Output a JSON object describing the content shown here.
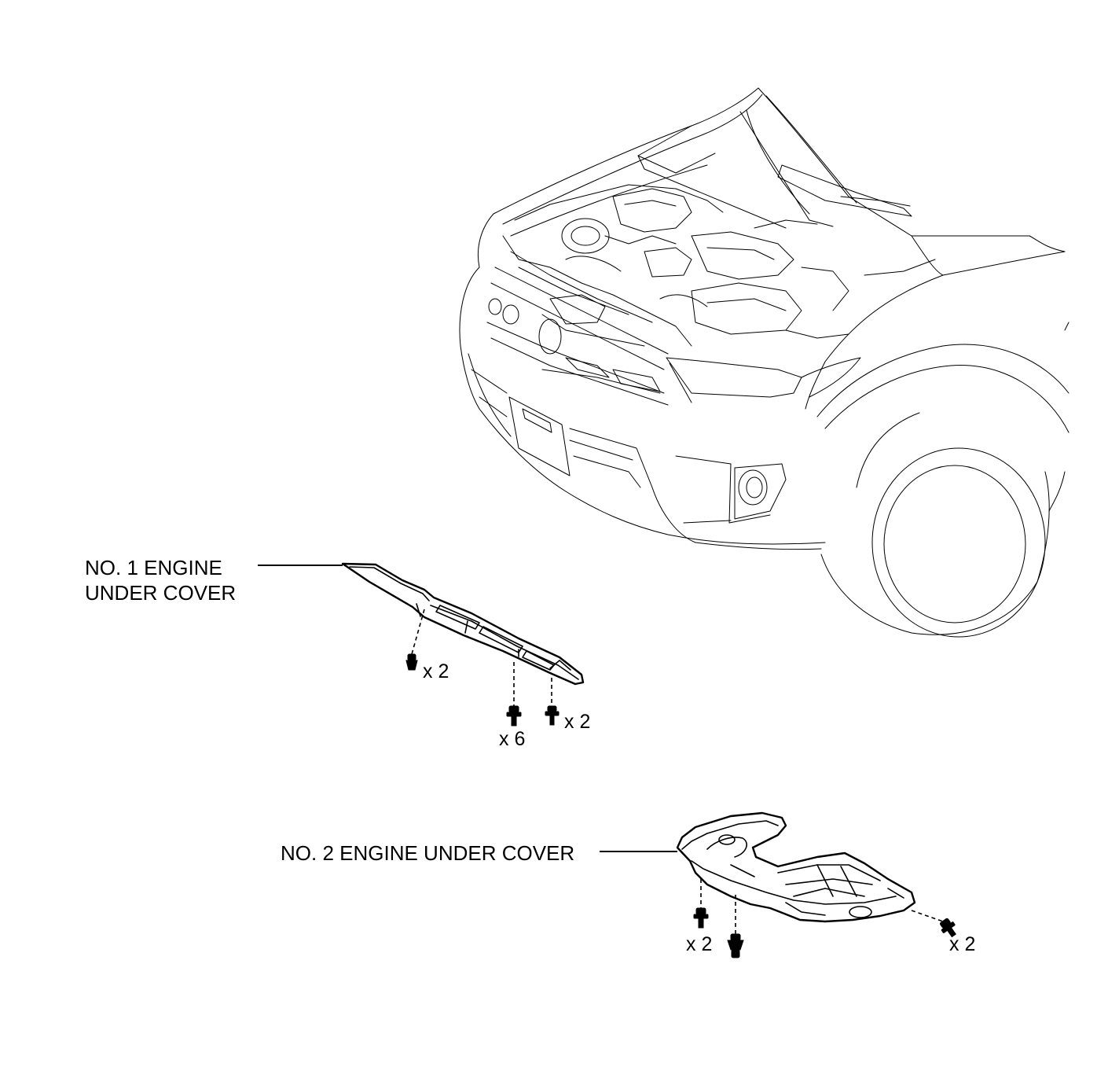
{
  "labels": {
    "cover1_line1": "NO. 1 ENGINE",
    "cover1_line2": "UNDER COVER",
    "cover2": "NO. 2 ENGINE UNDER COVER"
  },
  "quantities": {
    "cover1_left_bolts": "x 2",
    "cover1_center_bolts": "x 6",
    "cover1_right_bolts": "x 2",
    "cover2_left_bolts": "x 2",
    "cover2_right_bolts": "x 2"
  }
}
